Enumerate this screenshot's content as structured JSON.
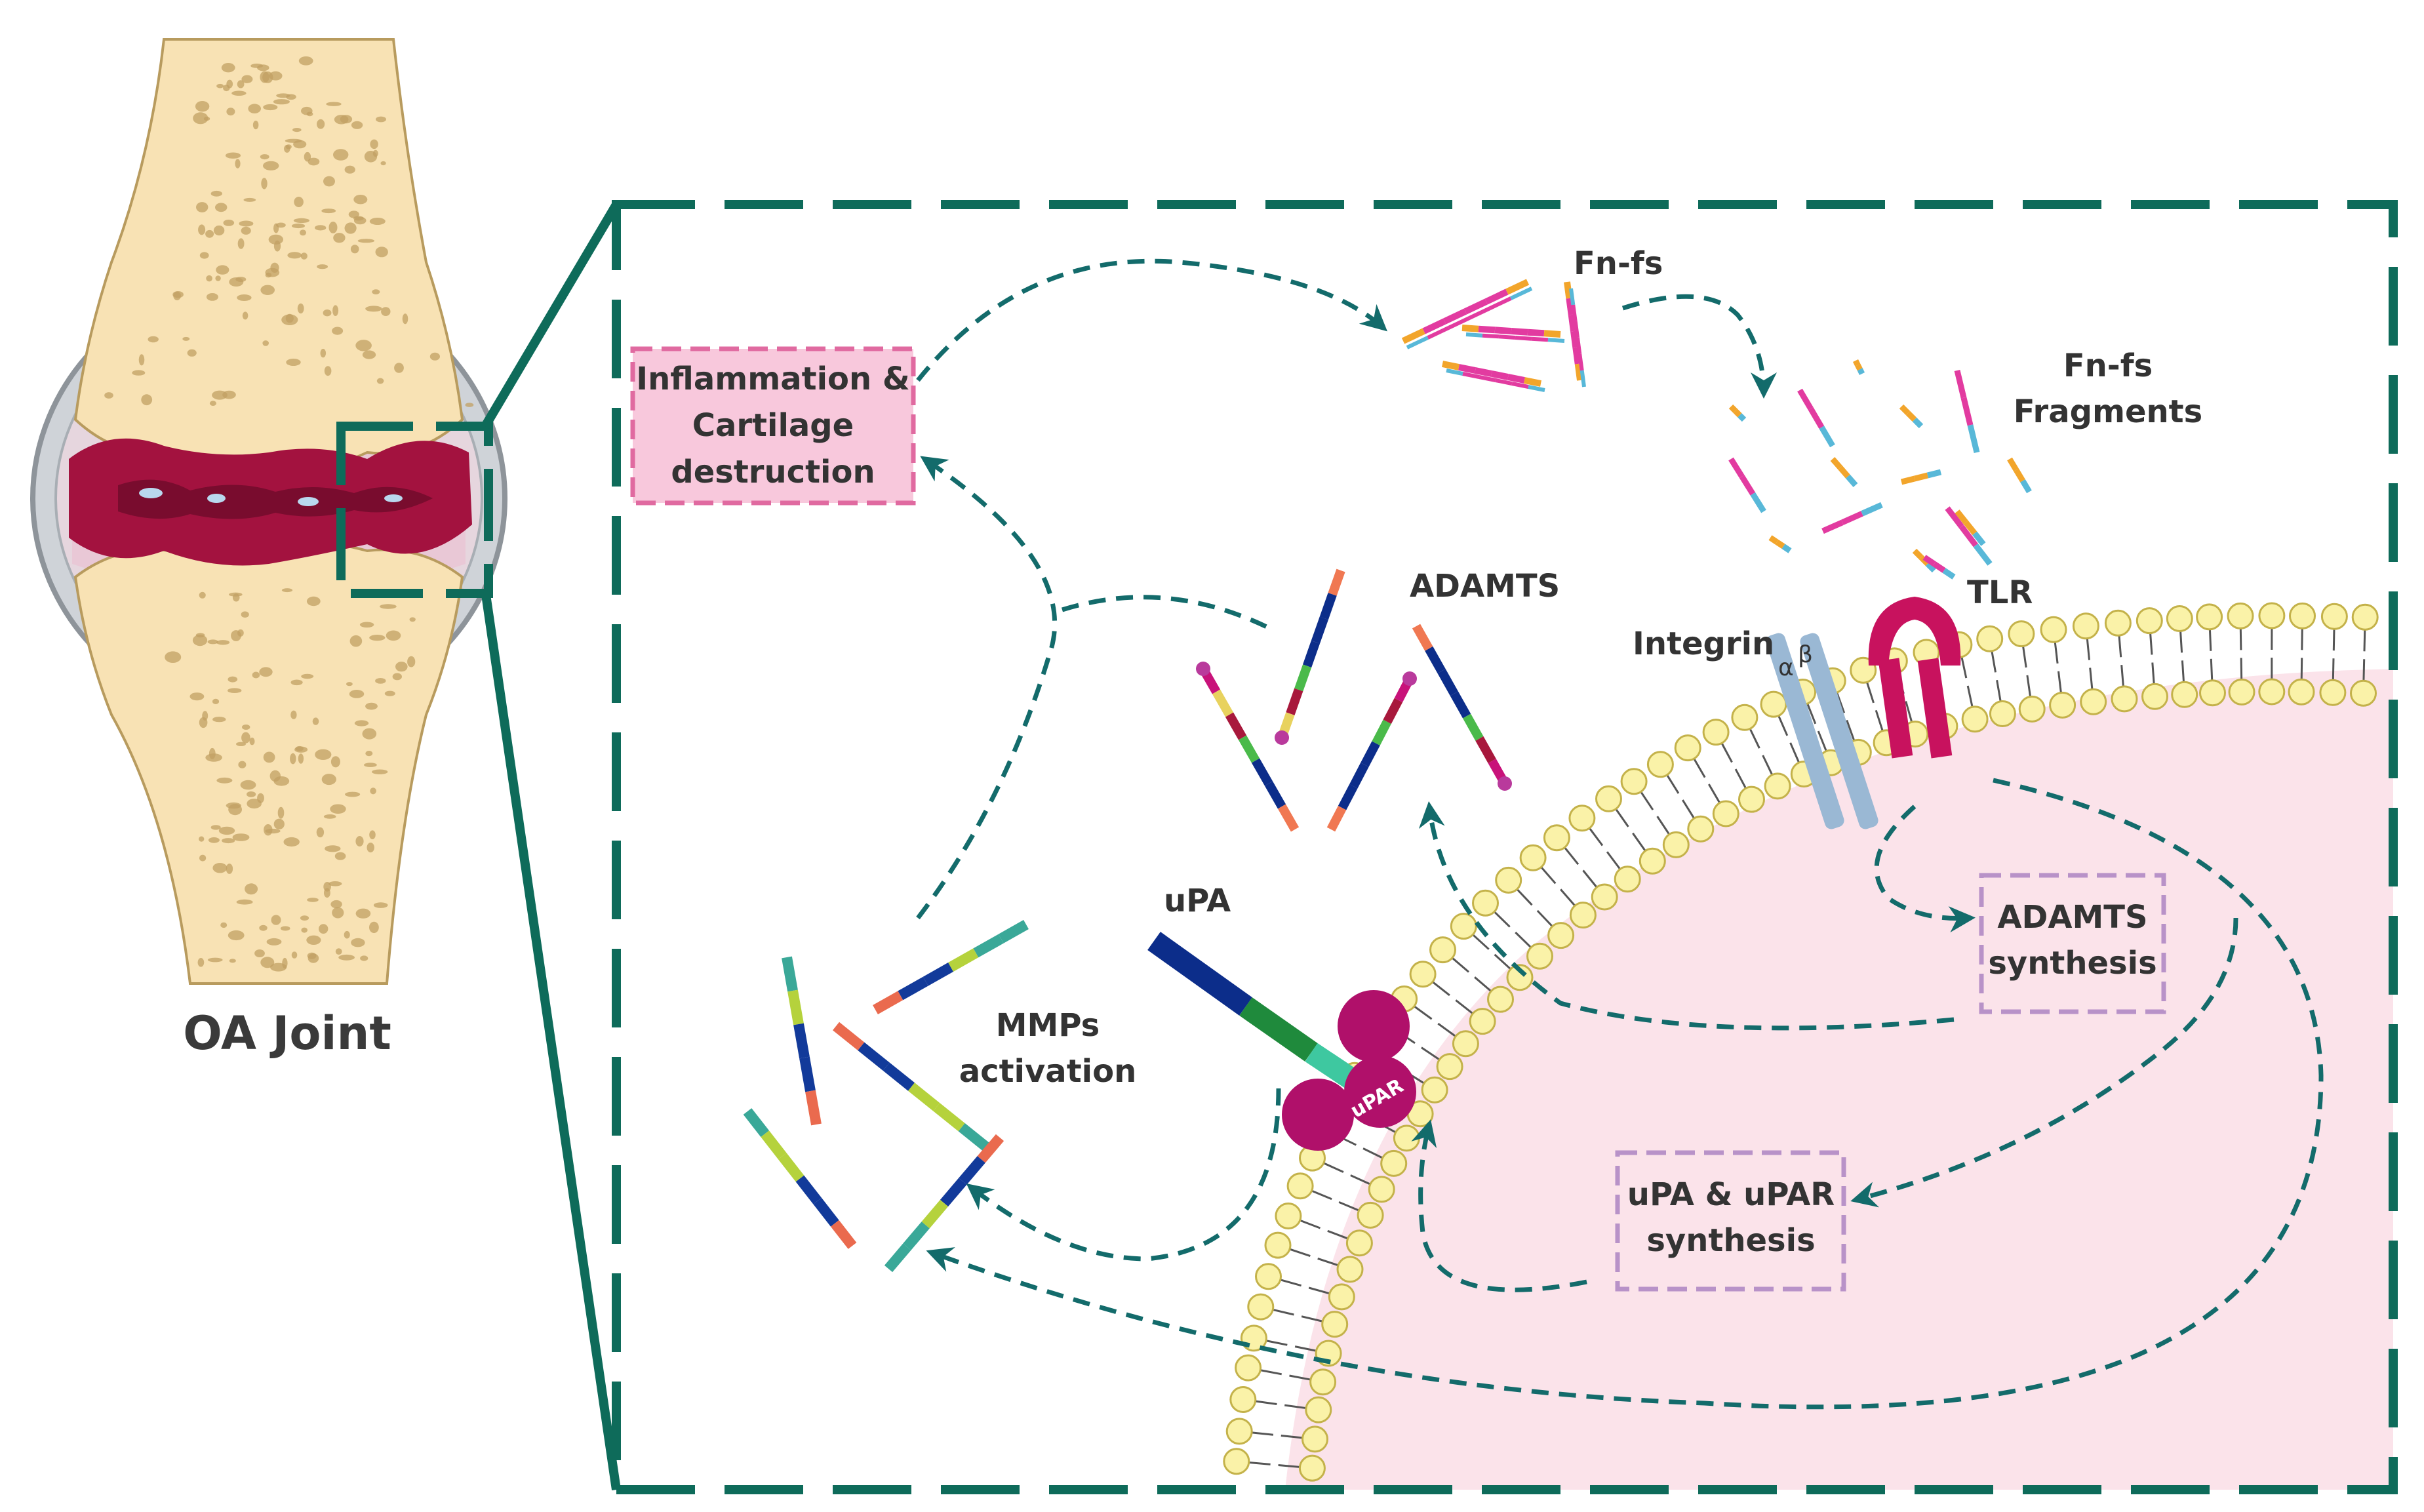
{
  "joint_label": "OA Joint",
  "labels": {
    "fnfs": "Fn-fs",
    "fragments": [
      "Fn-fs",
      "Fragments"
    ],
    "tlr": "TLR",
    "integrin": "Integrin",
    "alpha": "α",
    "beta": "β",
    "adamts": "ADAMTS",
    "upa": "uPA",
    "upar": "uPAR",
    "mmps": [
      "MMPs",
      "activation"
    ]
  },
  "boxes": {
    "inflammation": [
      "Inflammation &",
      "Cartilage",
      "destruction"
    ],
    "adamts_synthesis": [
      "ADAMTS",
      "synthesis"
    ],
    "upa_synthesis": [
      "uPA & uPAR",
      "synthesis"
    ]
  },
  "colors": {
    "frame": "#0e6b5a",
    "arrow": "#136b6b",
    "cell": "#fbe3ea",
    "lipid_head": "#faf2a8",
    "lipid_stroke": "#c4b24a",
    "tlr": "#c8125e",
    "upar": "#b0106a",
    "integrin": "#9ab8d4",
    "inflammation_fill": "#f8c8dc",
    "inflammation_border": "#e06aa0",
    "synthesis_border": "#b892c8"
  }
}
